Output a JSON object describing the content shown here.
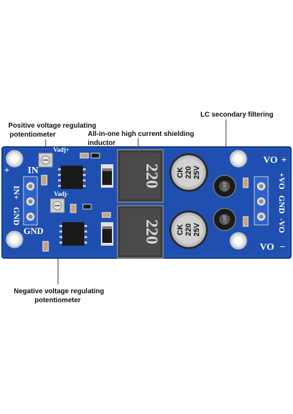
{
  "callouts": {
    "positive_pot_line1": "Positive voltage regulating",
    "positive_pot_line2": "potentiometer",
    "inductor": "All-in-one high current shielding inductor",
    "lc_filter": "LC secondary filtering",
    "negative_pot_line1": "Negative voltage regulating",
    "negative_pot_line2": "potentiometer"
  },
  "silkscreen": {
    "plus": "+",
    "in": "IN",
    "in_plus": "IN+",
    "gnd_left": "GND",
    "gnd_bottom": "GND",
    "vadj_plus": "Vadj+",
    "vadj_minus": "Vadj-",
    "vo_top": "VO",
    "vo_top_sign": "+",
    "plus_vo": "+VO",
    "gnd_right": "GND",
    "minus_vo": "-VO",
    "vo_bottom": "VO",
    "vo_bottom_sign": "−"
  },
  "components": {
    "inductor_top": "220",
    "inductor_bottom": "220",
    "cap_top_lines": [
      "CK",
      "220",
      "25V"
    ],
    "cap_bottom_lines": [
      "CK",
      "220",
      "25V"
    ],
    "small_inductor_top": "4R7",
    "small_inductor_bottom": "4R7"
  },
  "colors": {
    "pcb": "#1f4fb0",
    "pcb_edge": "#163d8f",
    "callout_line": "#333333"
  }
}
